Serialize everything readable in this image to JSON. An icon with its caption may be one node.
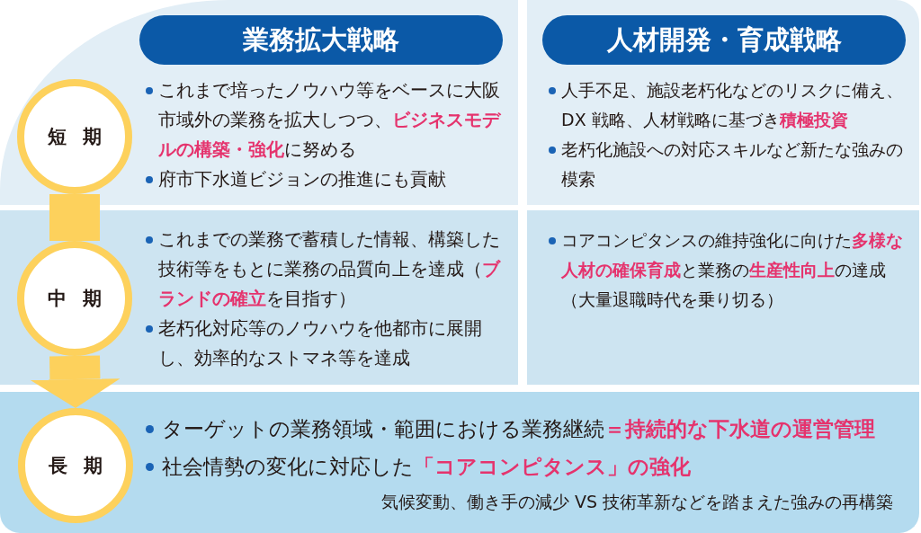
{
  "diagram": {
    "nodes": [
      {
        "text": [
          "これまで培ったノウハウ等をベースに大阪市域外の業務を拡大しつつ、**ビジネスモデルの構築・強化**に努める",
          "府市下水道ビジョンの推進にも貢献"
        ]
      },
      {
        "text": [
          "業務拡大戦略"
        ],
        "in": 0
      },
      {
        "text": [
          "短期"
        ],
        "in": 0
      },
      {
        "text": [
          "人手不足、施設老朽化などのリスクに備え、DX 戦略、人材戦略に基づき**積極投資**",
          "老朽化施設への対応スキルなど新たな強みの模索"
        ]
      },
      {
        "text": [
          "人材開発・育成戦略"
        ],
        "in": 3
      },
      {
        "text": [
          "これまでの業務で蓄積した情報、構築した技術等をもとに業務の品質向上を達成（**ブランドの確立**を目指す）",
          "老朽化対応等のノウハウを他都市に展開し、効率的なストマネ等を達成"
        ]
      },
      {
        "text": [
          "中期"
        ],
        "in": 5
      },
      {
        "text": [
          "コアコンピタンスの維持強化に向けた**多様な人材の確保育成**と業務の**生産性向上**の達成（大量退職時代を乗り切る）"
        ]
      },
      {
        "text": [
          "ターゲットの業務領域・範囲における業務継続**＝持続的な下水道の運営管理**",
          "社会情勢の変化に対応した**「コアコンピタンス」の強化**",
          "気候変動、働き手の減少 VS 技術革新などを踏まえた強みの再構築"
        ]
      },
      {
        "text": [
          "長期"
        ],
        "in": 8
      }
    ],
    "edges": [
      {
        "from": 2,
        "to": 6,
        "arrow": "none"
      },
      {
        "from": 6,
        "to": 9,
        "arrow": "to"
      }
    ]
  }
}
